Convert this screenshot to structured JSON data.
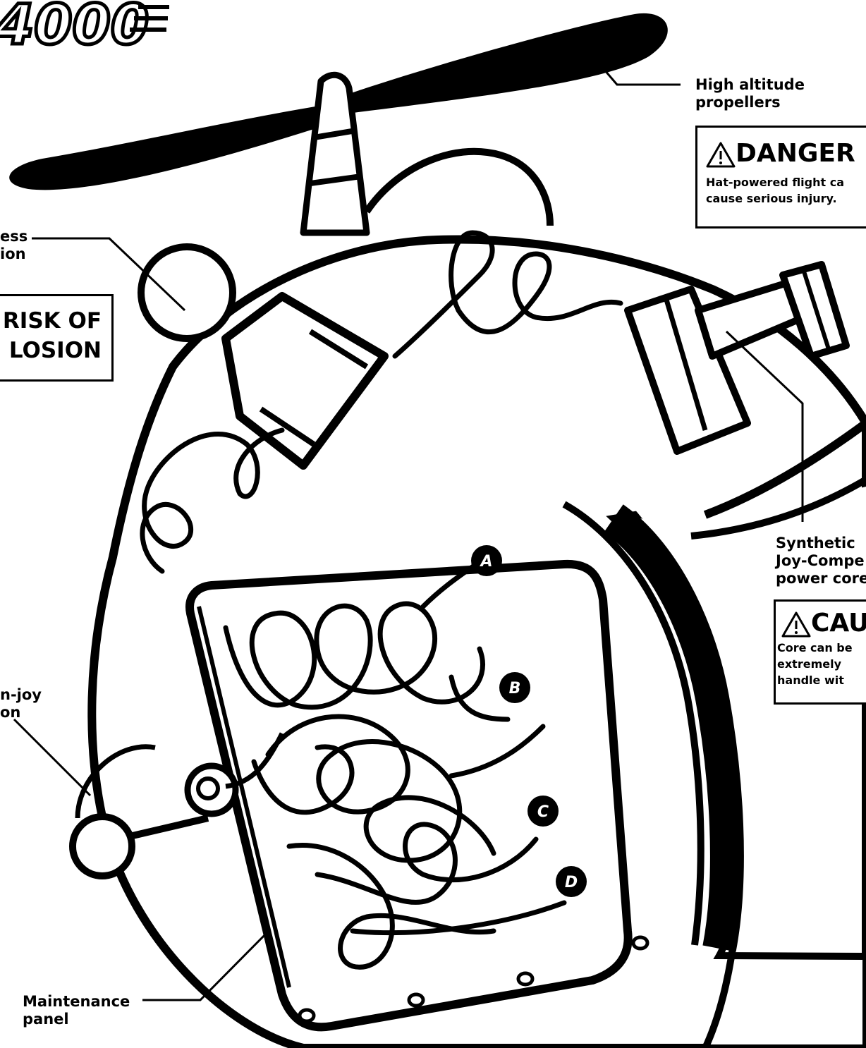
{
  "brand": {
    "text": "4000"
  },
  "callouts": {
    "propellers": {
      "line1": "High altitude",
      "line2": "propellers"
    },
    "top_left": {
      "line1": "ess",
      "line2": "ion"
    },
    "joy_core": {
      "line1": "Synthetic",
      "line2": "Joy-Compe",
      "line3": "power core"
    },
    "left_mid": {
      "line1": "n-joy",
      "line2": "on"
    },
    "maintenance": {
      "line1": "Maintenance",
      "line2": "panel"
    }
  },
  "warnings": {
    "danger": {
      "title": "DANGER",
      "line1": "Hat-powered flight ca",
      "line2": "cause serious injury."
    },
    "risk": {
      "line1": "RISK OF",
      "line2": "LOSION"
    },
    "caution": {
      "title": "CAU",
      "line1": "Core can be",
      "line2": "extremely",
      "line3": "handle wit"
    }
  },
  "panel_ports": [
    "A",
    "B",
    "C",
    "D"
  ],
  "colors": {
    "ink": "#000000",
    "paper": "#ffffff"
  }
}
